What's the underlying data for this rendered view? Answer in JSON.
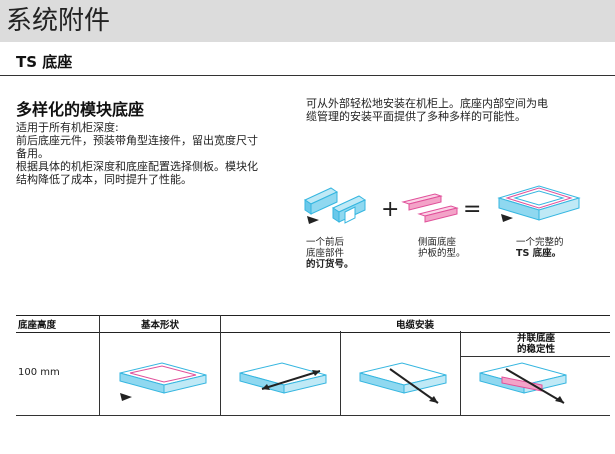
{
  "header": {
    "title": "系统附件"
  },
  "section": {
    "title": "TS 底座"
  },
  "intro": {
    "heading": "多样化的模块底座",
    "left_lines": [
      "适用于所有机柜深度:",
      "前后底座元件，预装带角型连接件，留出宽度尺寸",
      "备用。",
      "根据具体的机柜深度和底座配置选择侧板。模块化",
      "结构降低了成本，同时提升了性能。"
    ],
    "right_lines": [
      "可从外部轻松地安装在机柜上。底座内部空间为电",
      "缆管理的安装平面提供了多种多样的可能性。"
    ]
  },
  "figure": {
    "cap1": [
      "一个前后",
      "底座部件",
      "的订货号。"
    ],
    "cap2": [
      "侧面底座",
      "护板的型。"
    ],
    "cap3": [
      "一个完整的",
      "TS 底座。"
    ],
    "plus": "+",
    "equals": "="
  },
  "table": {
    "headers": [
      "底座高度",
      "基本形状",
      "电缆安装"
    ],
    "sub_header": [
      "并联底座",
      "的稳定性"
    ],
    "row_label": "100 mm"
  },
  "colors": {
    "cyan": "#35b6e0",
    "magenta": "#e0509a",
    "header_bg": "#dcdcdc"
  }
}
